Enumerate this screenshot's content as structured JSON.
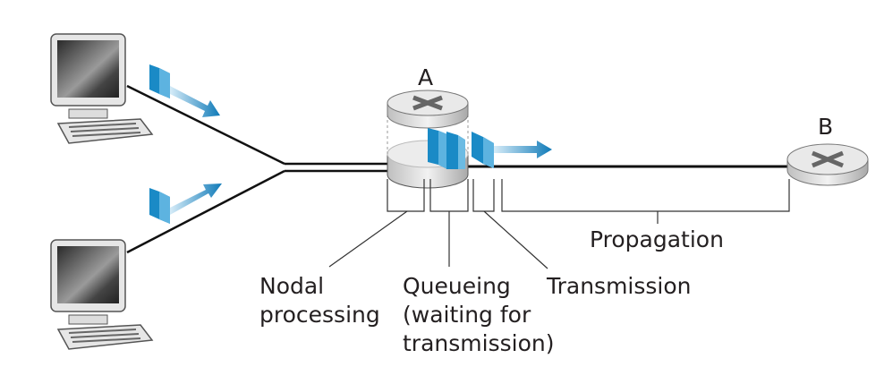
{
  "labels": {
    "router_a": "A",
    "router_b": "B",
    "nodal_line1": "Nodal",
    "nodal_line2": "processing",
    "queueing_line1": "Queueing",
    "queueing_line2": "(waiting for",
    "queueing_line3": "transmission)",
    "transmission": "Transmission",
    "propagation": "Propagation"
  },
  "colors": {
    "packet": "#1a8ac6",
    "arrow": "#0f7ab8",
    "link": "#111111"
  },
  "icons": [
    "computer-icon",
    "router-icon",
    "packet-icon",
    "arrow-icon"
  ]
}
